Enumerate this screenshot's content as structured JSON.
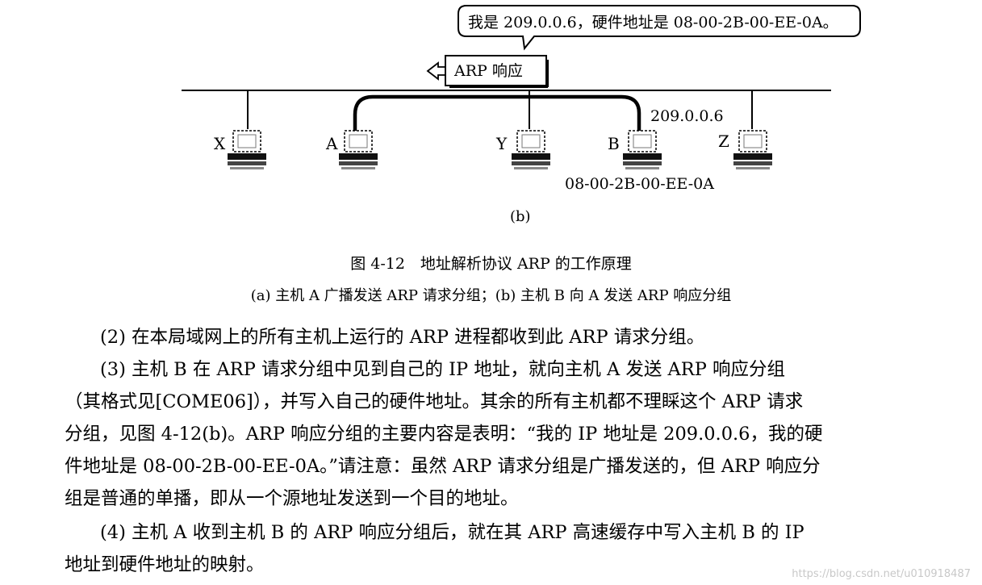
{
  "figure": {
    "bubble_text": "我是 209.0.0.6，硬件地址是 08-00-2B-00-EE-0A。",
    "arp_box_label": "ARP 响应",
    "ip_label": "209.0.0.6",
    "mac_label": "08-00-2B-00-EE-0A",
    "panel_label": "(b)",
    "hosts": [
      "X",
      "A",
      "Y",
      "B",
      "Z"
    ]
  },
  "caption": {
    "title": "图 4-12　地址解析协议 ARP 的工作原理",
    "subtitle": "(a) 主机 A 广播发送 ARP 请求分组；(b) 主机 B 向 A 发送 ARP 响应分组"
  },
  "body": {
    "lines": [
      "(2) 在本局域网上的所有主机上运行的 ARP 进程都收到此 ARP 请求分组。",
      "(3) 主机 B 在 ARP 请求分组中见到自己的 IP 地址，就向主机 A 发送 ARP 响应分组",
      "（其格式见[COME06]），并写入自己的硬件地址。其余的所有主机都不理睬这个 ARP 请求",
      "分组，见图 4-12(b)。ARP 响应分组的主要内容是表明：“我的 IP 地址是 209.0.0.6，我的硬",
      "件地址是 08-00-2B-00-EE-0A。”请注意：虽然 ARP 请求分组是广播发送的，但 ARP 响应分",
      "组是普通的单播，即从一个源地址发送到一个目的地址。",
      "(4) 主机 A 收到主机 B 的 ARP 响应分组后，就在其 ARP 高速缓存中写入主机 B 的 IP",
      "地址到硬件地址的映射。"
    ]
  },
  "watermark": "https://blog.csdn.net/u010918487"
}
